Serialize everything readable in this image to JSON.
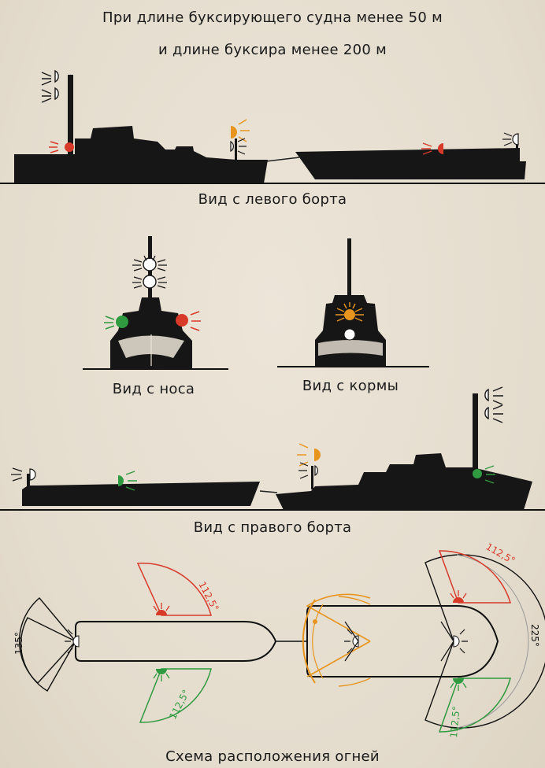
{
  "titles": {
    "line1": "При длине буксирующего судна менее 50 м",
    "line2": "и длине буксира менее 200 м"
  },
  "captions": {
    "port": "Вид с левого борта",
    "bow": "Вид с носа",
    "stern": "Вид с кормы",
    "starboard": "Вид с правого борта",
    "scheme": "Схема расположения огней"
  },
  "sectors": {
    "s112_top_left": "112,5°",
    "s112_bottom_left": "112,5°",
    "s135": "135°",
    "s112_top_right": "112,5°",
    "s225": "225°",
    "s112_bottom_right": "112,5°"
  },
  "colors": {
    "red": "#d83a2a",
    "green": "#2f9a3f",
    "orange": "#e8951f",
    "white": "#ffffff",
    "silhouette": "#161616"
  }
}
